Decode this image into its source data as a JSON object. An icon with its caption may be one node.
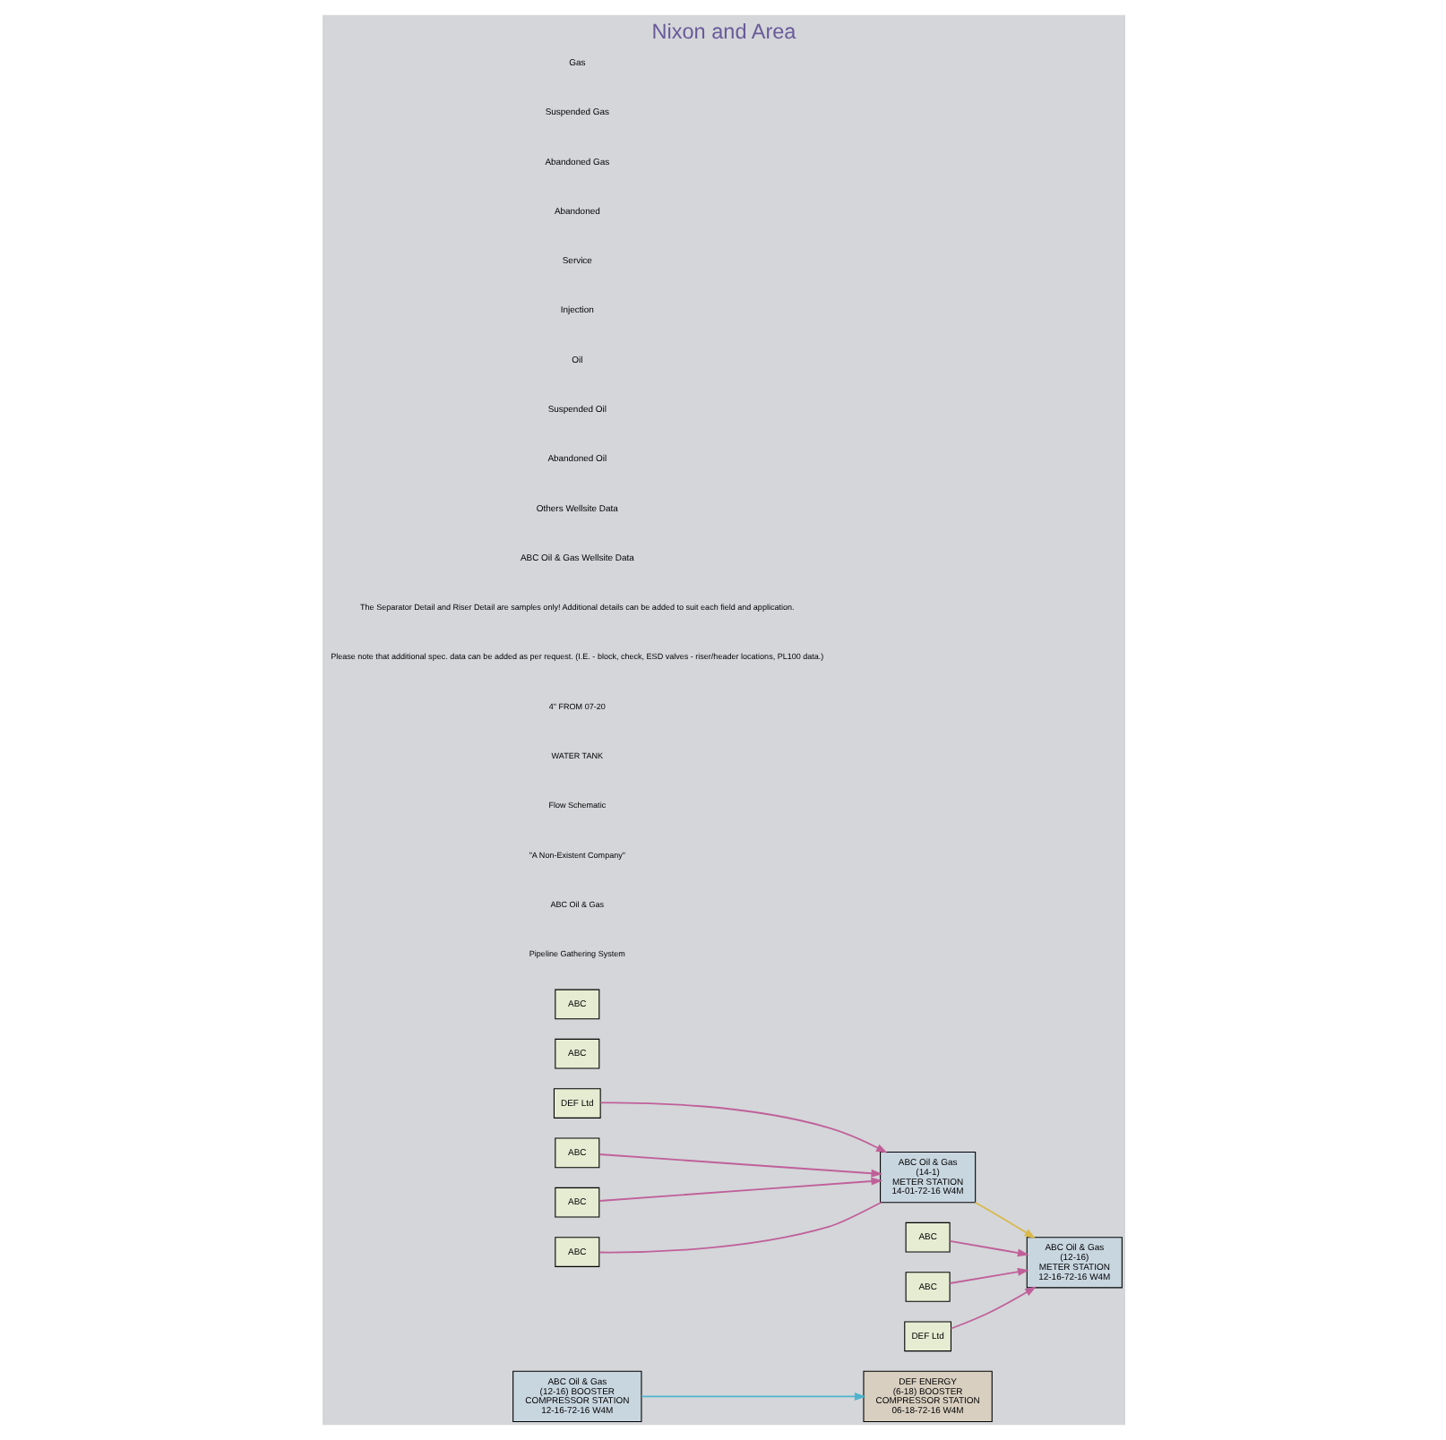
{
  "diagram": {
    "title": "Nixon and Area",
    "nodes": [
      {
        "text": [
          "DEF ENERGY",
          "(6-18) BOOSTER",
          "COMPRESSOR STATION",
          "06-18-72-16 W4M"
        ]
      },
      {
        "text": [
          "ABC Oil & Gas",
          "(12-16) BOOSTER",
          "COMPRESSOR STATION",
          "12-16-72-16 W4M"
        ]
      },
      {
        "text": [
          "ABC Oil & Gas",
          "(12-16)",
          "METER STATION",
          "12-16-72-16 W4M"
        ]
      },
      {
        "text": [
          "ABC Oil & Gas",
          "(14-1)",
          "METER STATION",
          "14-01-72-16 W4M"
        ]
      },
      {
        "text": [
          "ABC"
        ]
      },
      {
        "text": [
          "ABC"
        ]
      },
      {
        "text": [
          "ABC"
        ]
      },
      {
        "text": [
          "DEF Ltd"
        ]
      },
      {
        "text": [
          "ABC"
        ]
      },
      {
        "text": [
          "DEF Ltd"
        ]
      },
      {
        "text": [
          "ABC"
        ]
      },
      {
        "text": [
          "ABC"
        ]
      },
      {
        "text": [
          "ABC"
        ]
      }
    ],
    "edges": [
      {
        "from": 1,
        "to": 0,
        "arrow": "to",
        "color": "#4fb3cf"
      },
      {
        "from": 4,
        "to": 2,
        "arrow": "to"
      },
      {
        "from": 6,
        "to": 2,
        "arrow": "to"
      },
      {
        "from": 7,
        "to": 2,
        "arrow": "to"
      },
      {
        "from": 3,
        "to": 2,
        "arrow": "to",
        "color": "#d9b94a"
      },
      {
        "from": 9,
        "to": 3,
        "arrow": "to"
      },
      {
        "from": 10,
        "to": 3,
        "arrow": "to"
      },
      {
        "from": 11,
        "to": 3,
        "arrow": "to"
      },
      {
        "from": 12,
        "to": 3,
        "arrow": "none"
      }
    ],
    "labels": [
      "Pipeline Gathering System",
      "ABC Oil & Gas",
      "\"A Non-Existent Company\"",
      "Flow Schematic",
      "WATER TANK",
      "4\" FROM 07-20",
      "Please note that additional spec. data can be added as per request. (I.E. - block, check, ESD valves - riser/header locations, PL100 data.)",
      "The Separator Detail and Riser Detail are samples only! Additional details can be added to suit each field and application."
    ],
    "legend": [
      {
        "text": "Gas"
      },
      {
        "text": "Suspended Gas"
      },
      {
        "text": "Abandoned Gas"
      },
      {
        "text": "Abandoned"
      },
      {
        "text": "Service"
      },
      {
        "text": "Injection"
      },
      {
        "text": "Oil"
      },
      {
        "text": "Suspended Oil"
      },
      {
        "text": "Abandoned Oil"
      },
      {
        "text": "Others Wellsite Data"
      },
      {
        "text": "ABC Oil & Gas Wellsite Data"
      }
    ]
  }
}
